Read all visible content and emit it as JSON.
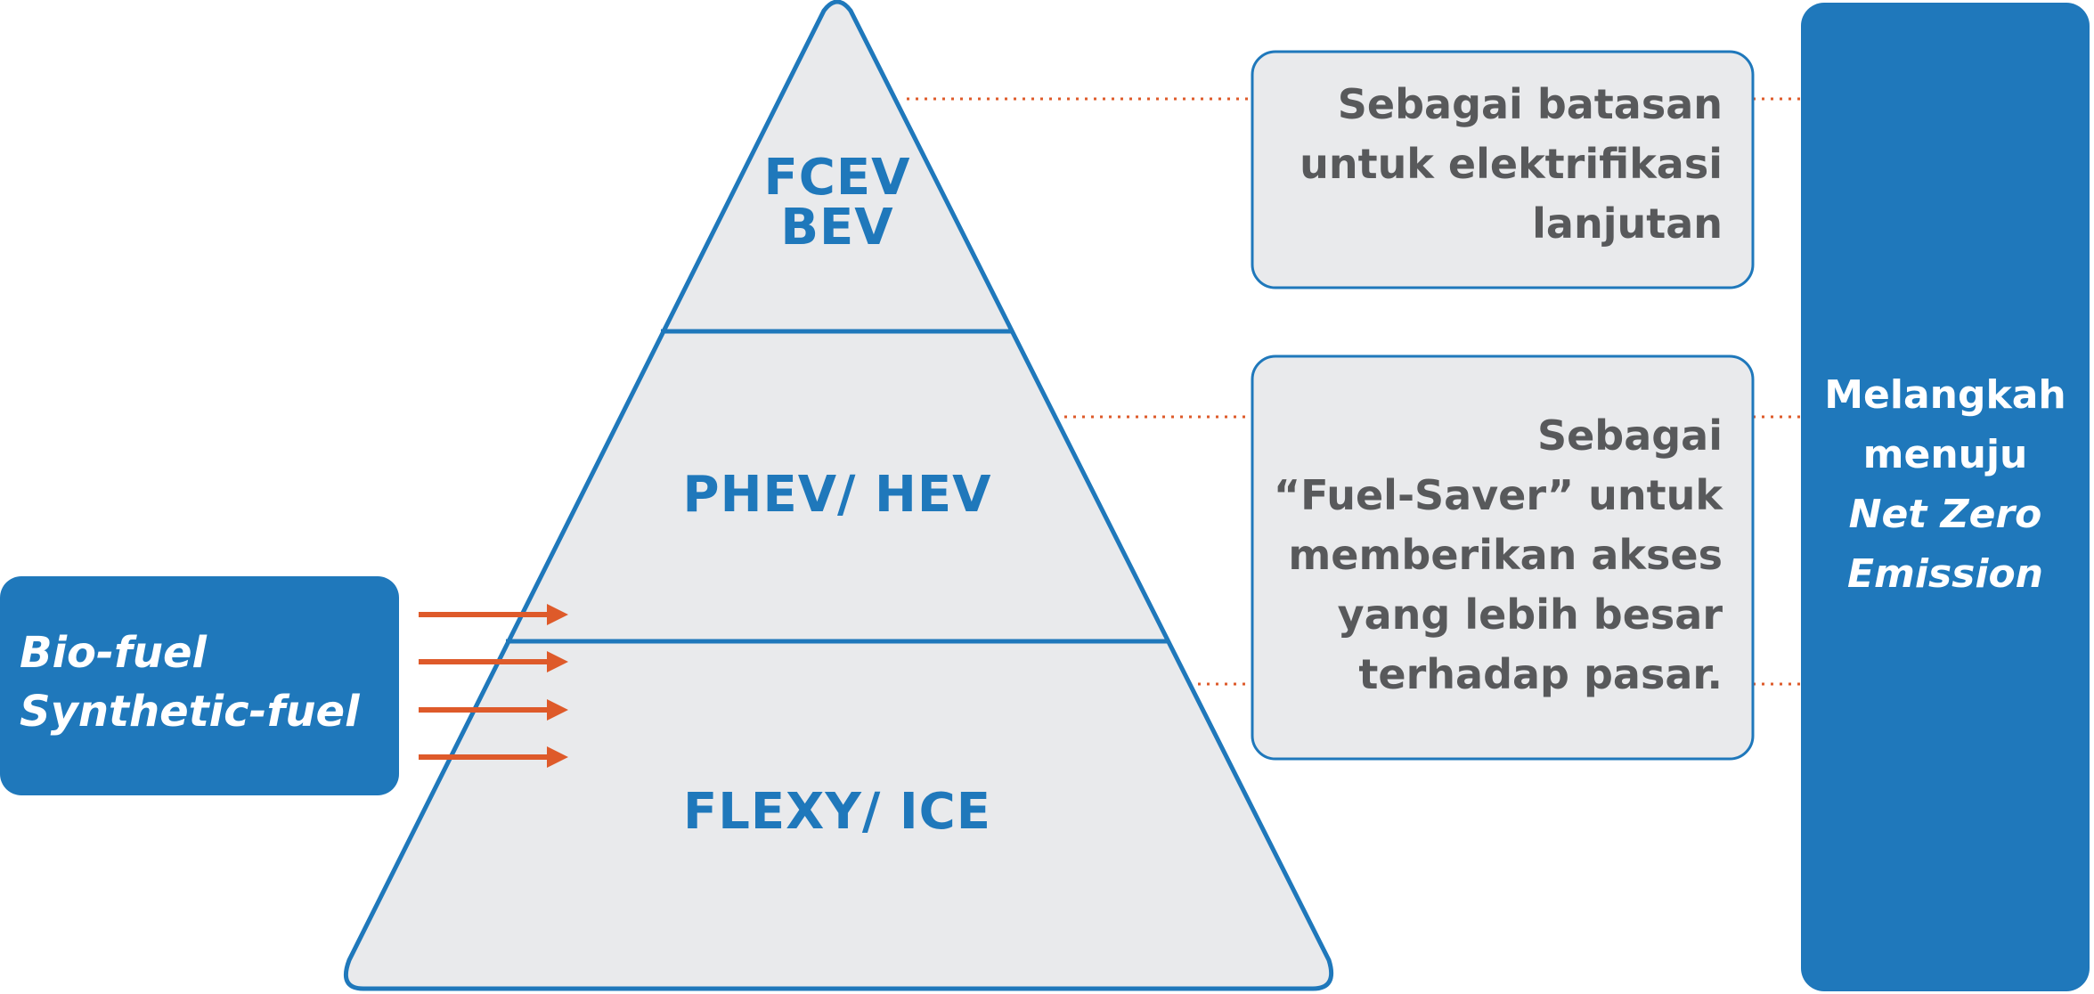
{
  "colors": {
    "blue": "#1f78bb",
    "pyramid_fill": "#e9eaec",
    "text_gray": "#58595b",
    "arrow_orange": "#de5a2a",
    "white": "#ffffff"
  },
  "pyramid": {
    "tiers": [
      {
        "lines": [
          "FCEV",
          "BEV"
        ]
      },
      {
        "lines": [
          "PHEV/ HEV"
        ]
      },
      {
        "lines": [
          "FLEXY/ ICE"
        ]
      }
    ]
  },
  "fuel_box": {
    "lines": [
      "Bio-fuel",
      "Synthetic-fuel"
    ],
    "arrow_count": 4
  },
  "callouts": [
    {
      "lines": [
        "Sebagai batasan",
        "untuk elektrifikasi",
        "lanjutan"
      ]
    },
    {
      "lines": [
        "Sebagai",
        "“Fuel-Saver” untuk",
        "memberikan akses",
        "yang lebih besar",
        "terhadap pasar."
      ]
    }
  ],
  "goal": {
    "line1": "Melangkah",
    "line2": "menuju",
    "line3": "Net Zero",
    "line4": "Emission"
  }
}
